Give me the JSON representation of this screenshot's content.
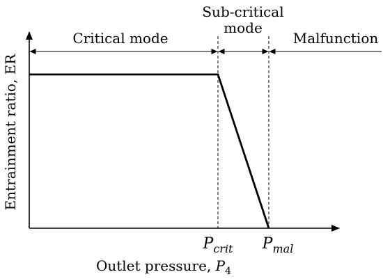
{
  "diagram": {
    "regions": {
      "critical": "Critical mode",
      "subcritical_line1": "Sub-critical",
      "subcritical_line2": "mode",
      "malfunction": "Malfunction"
    },
    "axes": {
      "y_label": "Entrainment ratio, ER",
      "x_label_text": "Outlet pressure, ",
      "x_label_symbol": "P",
      "x_label_subscript": "4"
    },
    "ticks": {
      "p_crit_symbol": "P",
      "p_crit_subscript": "crit",
      "p_mal_symbol": "P",
      "p_mal_subscript": "mal"
    }
  }
}
